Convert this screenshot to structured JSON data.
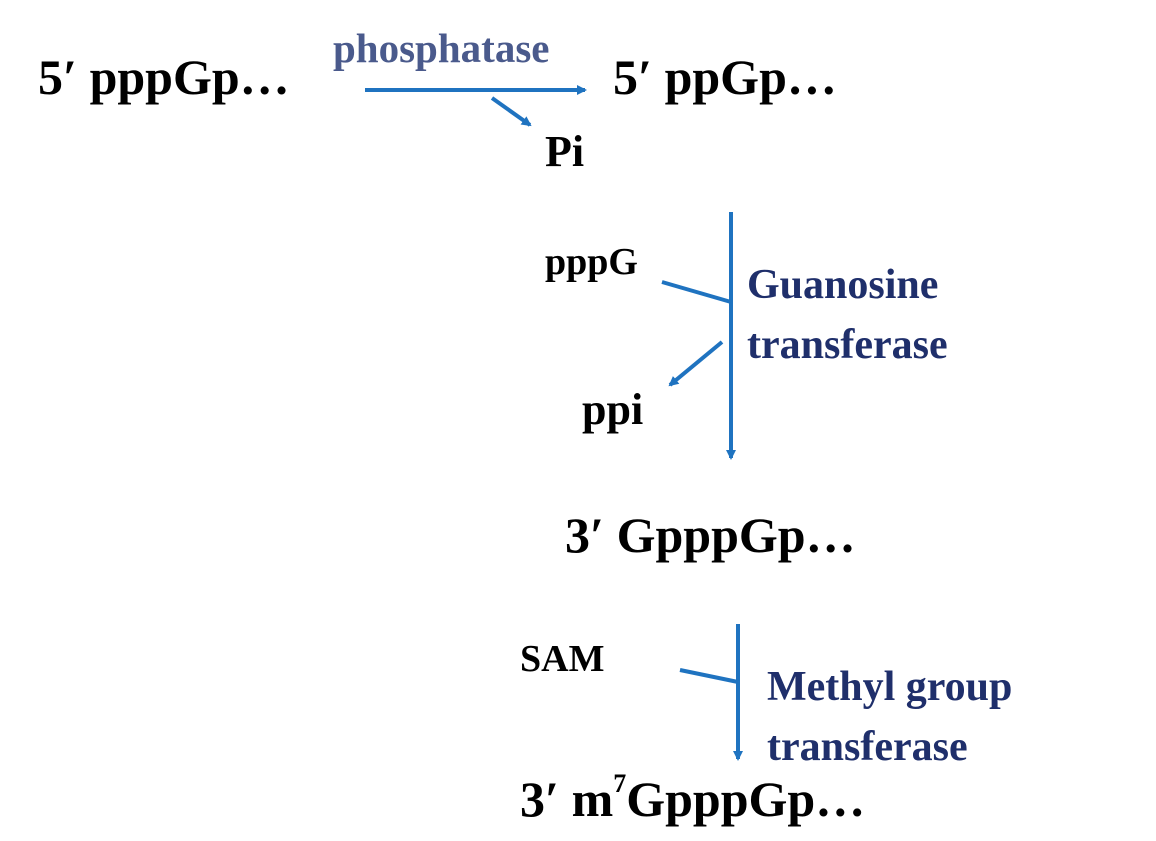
{
  "title": "",
  "nodes": {
    "start": "5′ pppGp…",
    "after_phosphatase": "5′ ppGp…",
    "pi": "Pi",
    "pppg": "pppG",
    "ppi": "ppi",
    "capped": "3′ GpppGp…",
    "sam": "SAM",
    "final_prefix": "3′ m",
    "final_sup": "7",
    "final_suffix": "GpppGp…"
  },
  "enzymes": {
    "phosphatase": "phosphatase",
    "guanosine_line1": "Guanosine",
    "guanosine_line2": "transferase",
    "methyl_line1": "Methyl group",
    "methyl_line2": "transferase"
  },
  "colors": {
    "arrow": "#1f73c0",
    "enzyme_text": "#1f2f6b",
    "enzyme_text_top": "#4a5a8c",
    "molecule_text": "#000000"
  }
}
